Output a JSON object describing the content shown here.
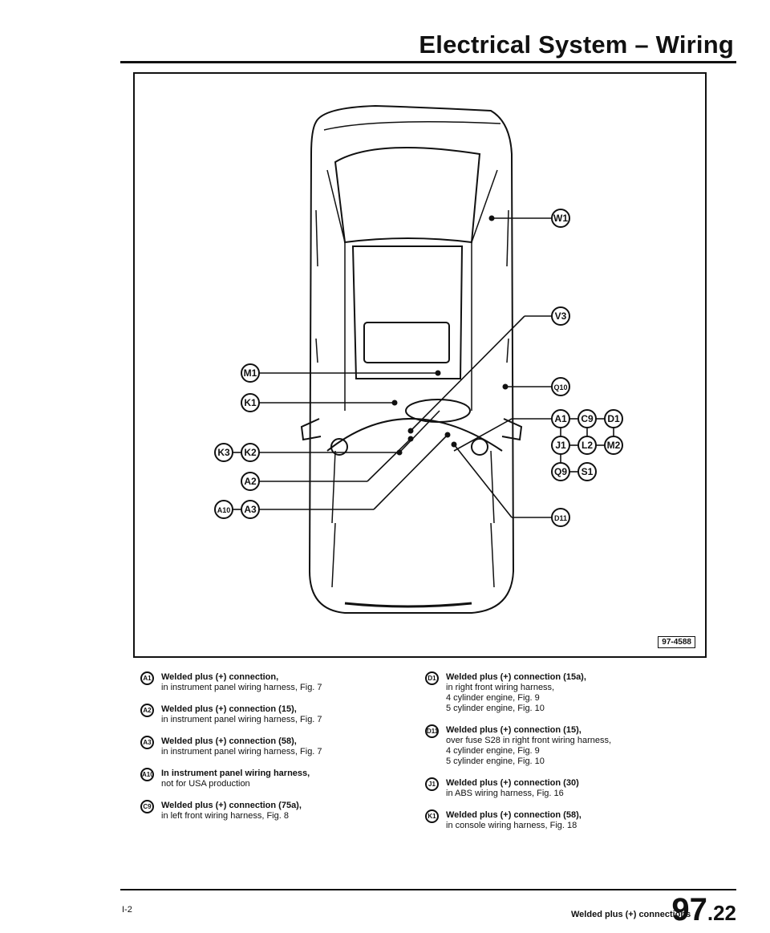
{
  "header": {
    "title": "Electrical System – Wiring"
  },
  "figure": {
    "id": "97-4588",
    "callouts": {
      "W1": "W1",
      "V3": "V3",
      "Q10": "Q10",
      "A1": "A1",
      "C9": "C9",
      "D1": "D1",
      "J1": "J1",
      "L2": "L2",
      "M2": "M2",
      "Q9": "Q9",
      "S1": "S1",
      "D11": "D11",
      "M1": "M1",
      "K1": "K1",
      "K3": "K3",
      "K2": "K2",
      "A2": "A2",
      "A10": "A10",
      "A3": "A3"
    }
  },
  "legend": {
    "left": [
      {
        "code": "A1",
        "title": "Welded plus (+) connection,",
        "lines": [
          "in instrument panel wiring harness, Fig. 7"
        ]
      },
      {
        "code": "A2",
        "title": "Welded plus (+) connection (15),",
        "lines": [
          "in instrument panel wiring harness, Fig. 7"
        ]
      },
      {
        "code": "A3",
        "title": "Welded plus (+) connection (58),",
        "lines": [
          "in instrument panel wiring harness, Fig. 7"
        ]
      },
      {
        "code": "A10",
        "title": "In instrument panel wiring harness,",
        "lines": [
          "not for USA production"
        ]
      },
      {
        "code": "C9",
        "title": "Welded plus (+) connection (75a),",
        "lines": [
          "in left front wiring harness, Fig. 8"
        ]
      }
    ],
    "right": [
      {
        "code": "D1",
        "title": "Welded plus (+) connection (15a),",
        "lines": [
          "in right front wiring harness,",
          "4 cylinder engine, Fig. 9",
          "5 cylinder engine, Fig. 10"
        ]
      },
      {
        "code": "D11",
        "title": "Welded plus (+) connection (15),",
        "lines": [
          "over fuse S28 in right front wiring harness,",
          "4 cylinder engine, Fig. 9",
          "5 cylinder engine, Fig. 10"
        ]
      },
      {
        "code": "J1",
        "title": "Welded plus (+) connection (30)",
        "lines": [
          "in ABS wiring harness, Fig. 16"
        ]
      },
      {
        "code": "K1",
        "title": "Welded plus (+) connection (58),",
        "lines": [
          "in console wiring harness, Fig. 18"
        ]
      }
    ]
  },
  "footer": {
    "page": "I-2",
    "label": "Welded plus (+) connections",
    "section_main": "97",
    "section_sub": ".22"
  }
}
